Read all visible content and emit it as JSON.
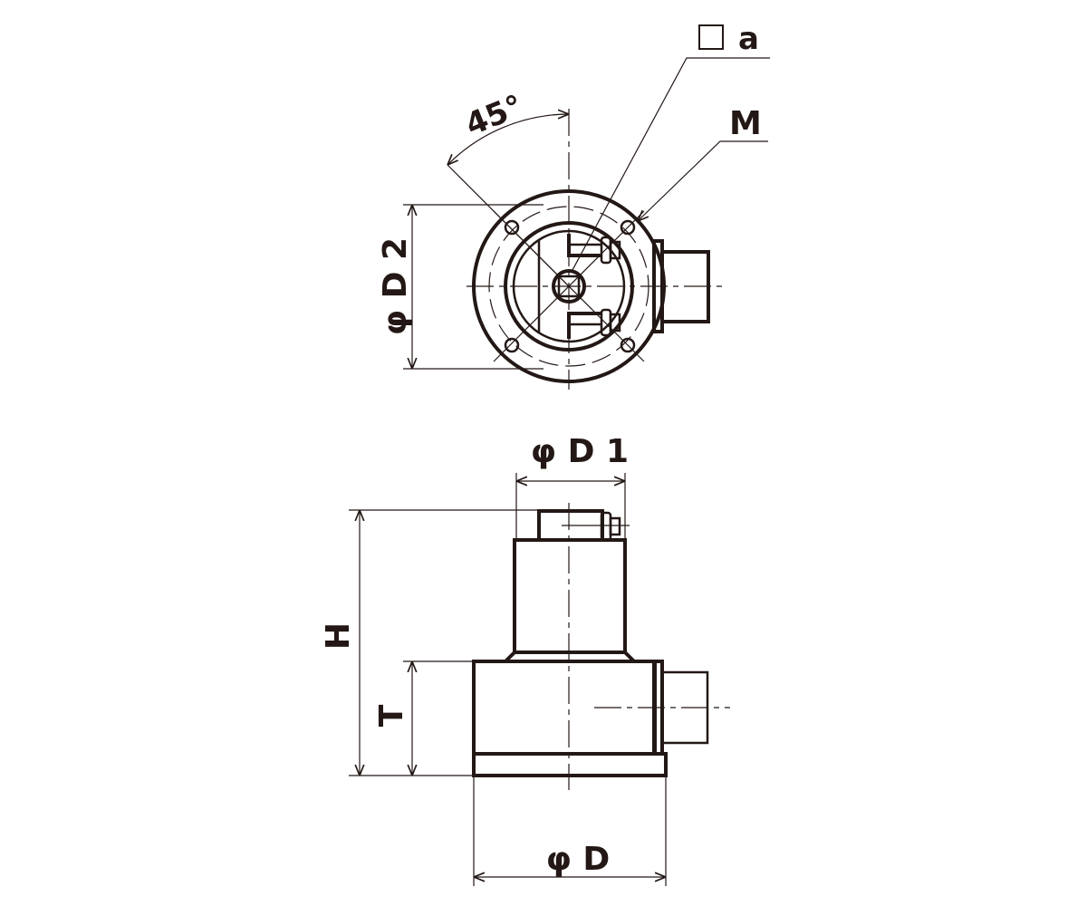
{
  "title": "Actuator dimension drawing",
  "labels": {
    "square_a": "a",
    "thread_m": "M",
    "angle": "45°",
    "phi_d2": "φ D 2",
    "phi_d1": "φ D 1",
    "height_h": "H",
    "thickness_t": "T",
    "phi_d": "φ D"
  },
  "colors": {
    "line": "#231815",
    "background": "#ffffff"
  }
}
